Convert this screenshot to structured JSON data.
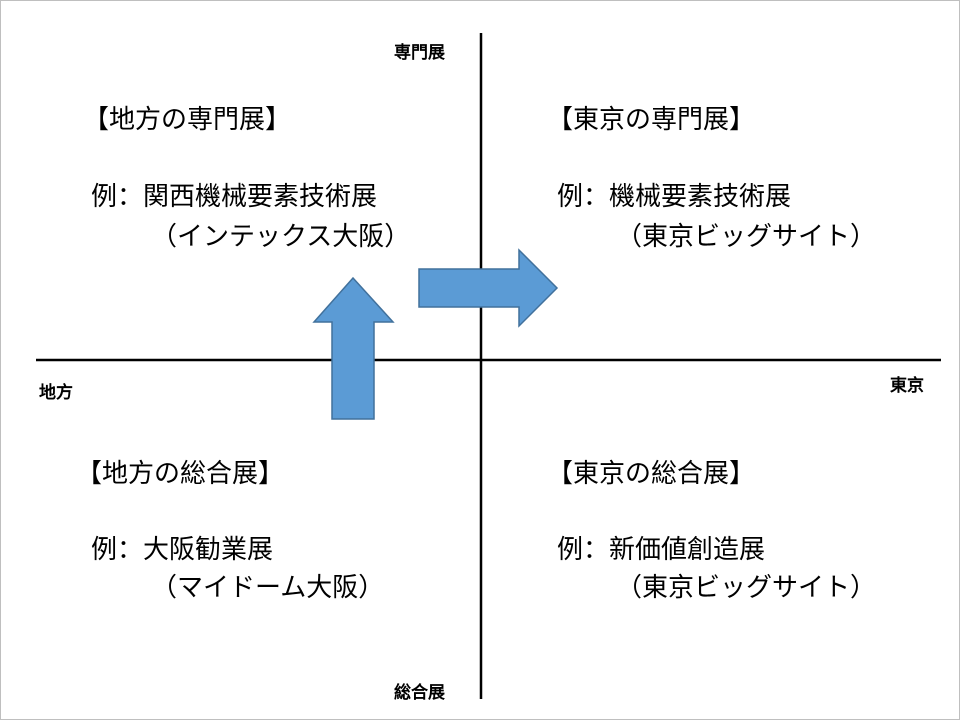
{
  "axes": {
    "top": "専門展",
    "bottom": "総合展",
    "left": "地方",
    "right": "東京"
  },
  "quadrants": {
    "top_left": {
      "title": "【地方の専門展】",
      "example": "例：関西機械要素技術展",
      "venue": "（インテックス大阪）"
    },
    "top_right": {
      "title": "【東京の専門展】",
      "example": "例：機械要素技術展",
      "venue": "（東京ビッグサイト）"
    },
    "bottom_left": {
      "title": "【地方の総合展】",
      "example": "例：大阪勧業展",
      "venue": "（マイドーム大阪）"
    },
    "bottom_right": {
      "title": "【東京の総合展】",
      "example": "例：新価値創造展",
      "venue": "（東京ビッグサイト）"
    }
  },
  "colors": {
    "axis_line": "#000000",
    "arrow_fill": "#5b9bd5",
    "arrow_stroke": "#41719c"
  }
}
